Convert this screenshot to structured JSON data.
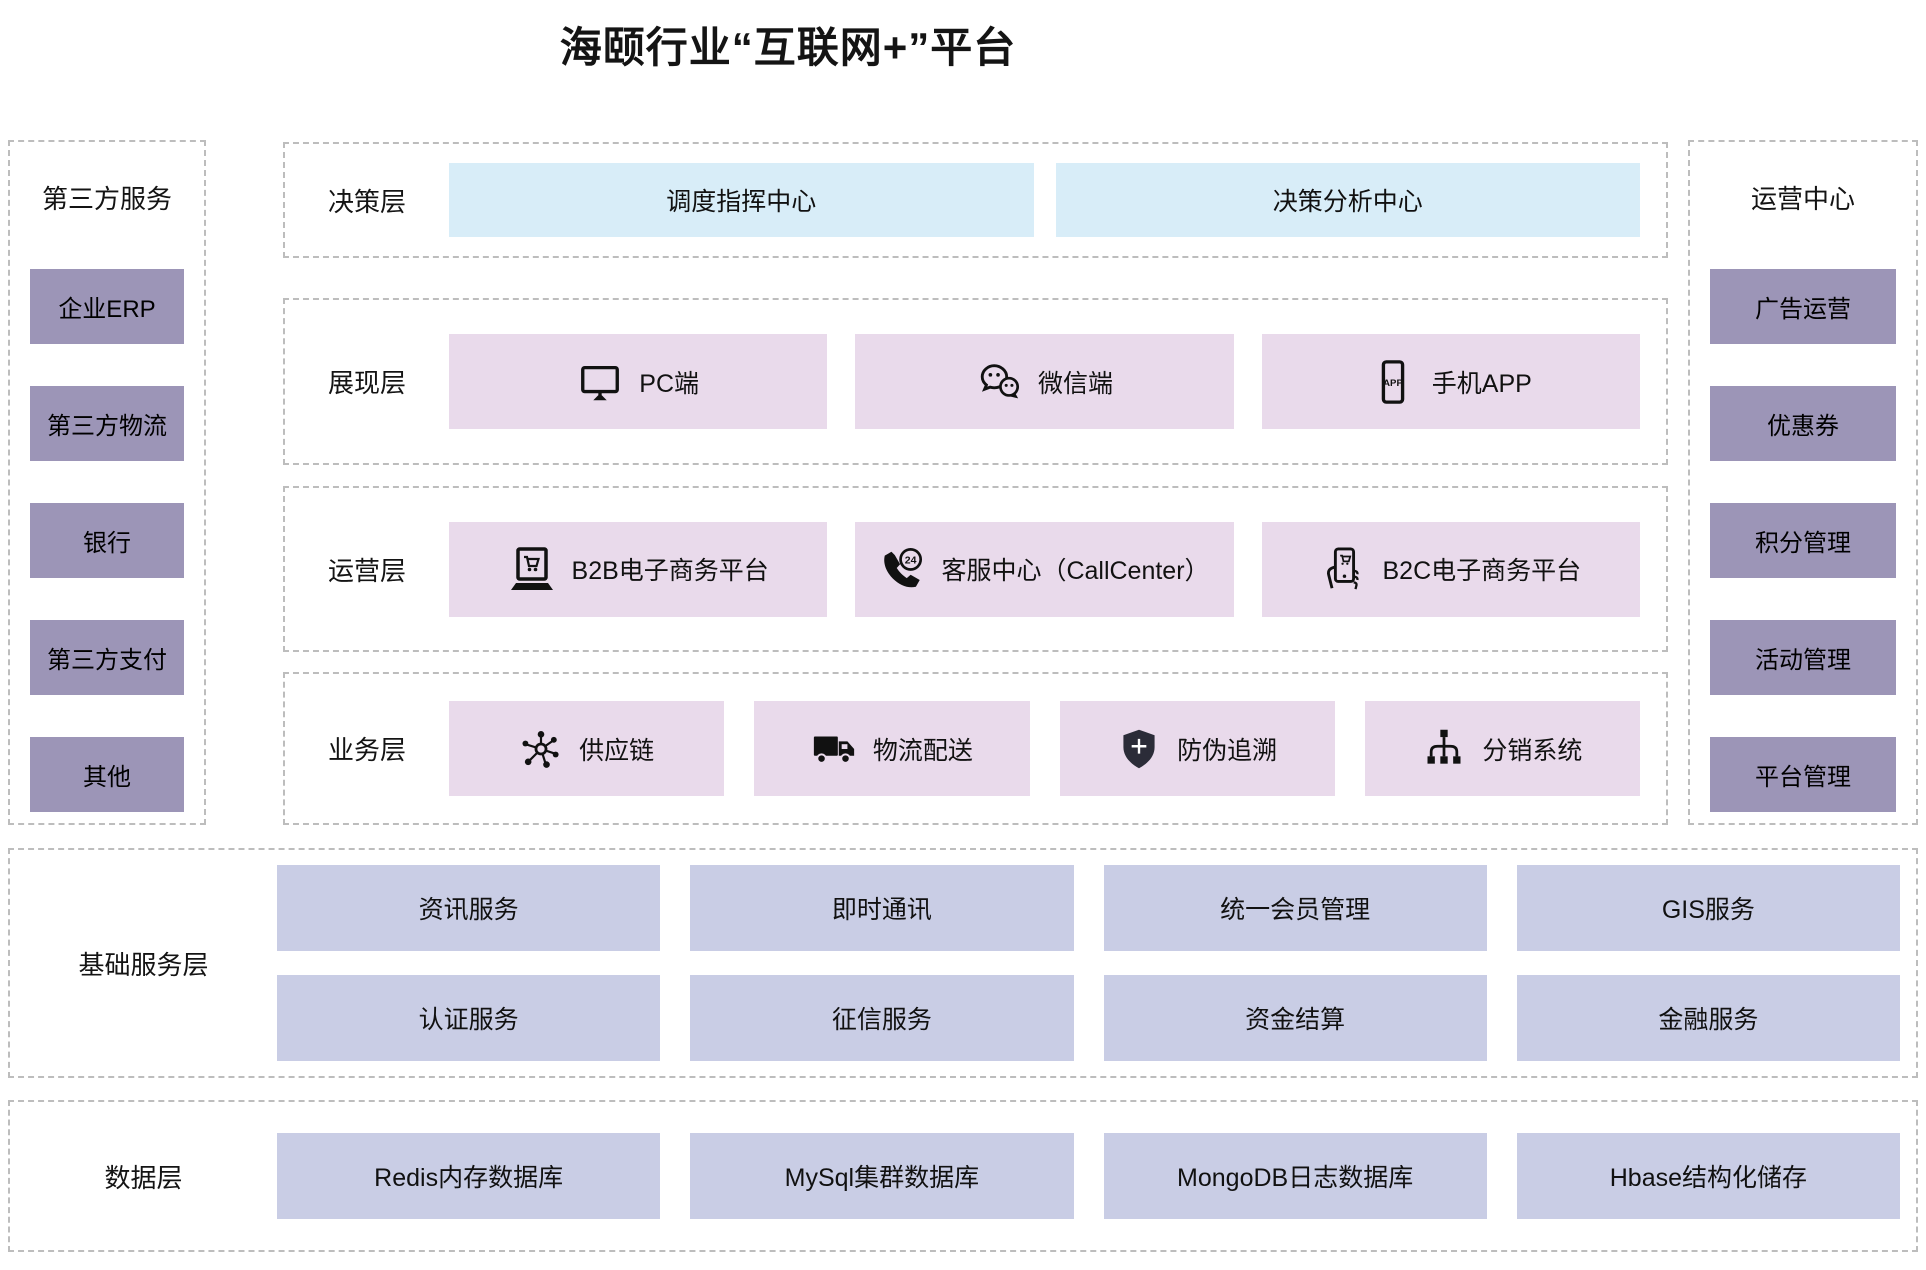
{
  "title": "海颐行业“互联网+”平台",
  "colors": {
    "purple_box": "#9c95b7",
    "blue_box": "#d8edf8",
    "pink_box": "#e9daeb",
    "periwinkle_box": "#c9cde5",
    "dashed_border": "#bdbdbd",
    "text": "#141414"
  },
  "left_panel": {
    "header": "第三方服务",
    "items": [
      "企业ERP",
      "第三方物流",
      "银行",
      "第三方支付",
      "其他"
    ]
  },
  "right_panel": {
    "header": "运营中心",
    "items": [
      "广告运营",
      "优惠券",
      "积分管理",
      "活动管理",
      "平台管理"
    ]
  },
  "layers": {
    "decision": {
      "label": "决策层",
      "items": [
        {
          "label": "调度指挥中心"
        },
        {
          "label": "决策分析中心"
        }
      ]
    },
    "presentation": {
      "label": "展现层",
      "items": [
        {
          "icon": "monitor-icon",
          "label": "PC端"
        },
        {
          "icon": "wechat-icon",
          "label": "微信端"
        },
        {
          "icon": "mobile-app-icon",
          "label": "手机APP"
        }
      ]
    },
    "operation": {
      "label": "运营层",
      "items": [
        {
          "icon": "laptop-cart-icon",
          "label": "B2B电子商务平台"
        },
        {
          "icon": "phone-24-icon",
          "label": "客服中心（CallCenter）"
        },
        {
          "icon": "hand-phone-icon",
          "label": "B2C电子商务平台"
        }
      ]
    },
    "business": {
      "label": "业务层",
      "items": [
        {
          "icon": "network-icon",
          "label": "供应链"
        },
        {
          "icon": "truck-icon",
          "label": "物流配送"
        },
        {
          "icon": "shield-plus-icon",
          "label": "防伪追溯"
        },
        {
          "icon": "hierarchy-icon",
          "label": "分销系统"
        }
      ]
    }
  },
  "base_services": {
    "label": "基础服务层",
    "row1": [
      "资讯服务",
      "即时通讯",
      "统一会员管理",
      "GIS服务"
    ],
    "row2": [
      "认证服务",
      "征信服务",
      "资金结算",
      "金融服务"
    ]
  },
  "data_layer": {
    "label": "数据层",
    "items": [
      "Redis内存数据库",
      "MySql集群数据库",
      "MongoDB日志数据库",
      "Hbase结构化储存"
    ]
  },
  "icon_text": {
    "app": "APP",
    "badge_24": "24"
  }
}
